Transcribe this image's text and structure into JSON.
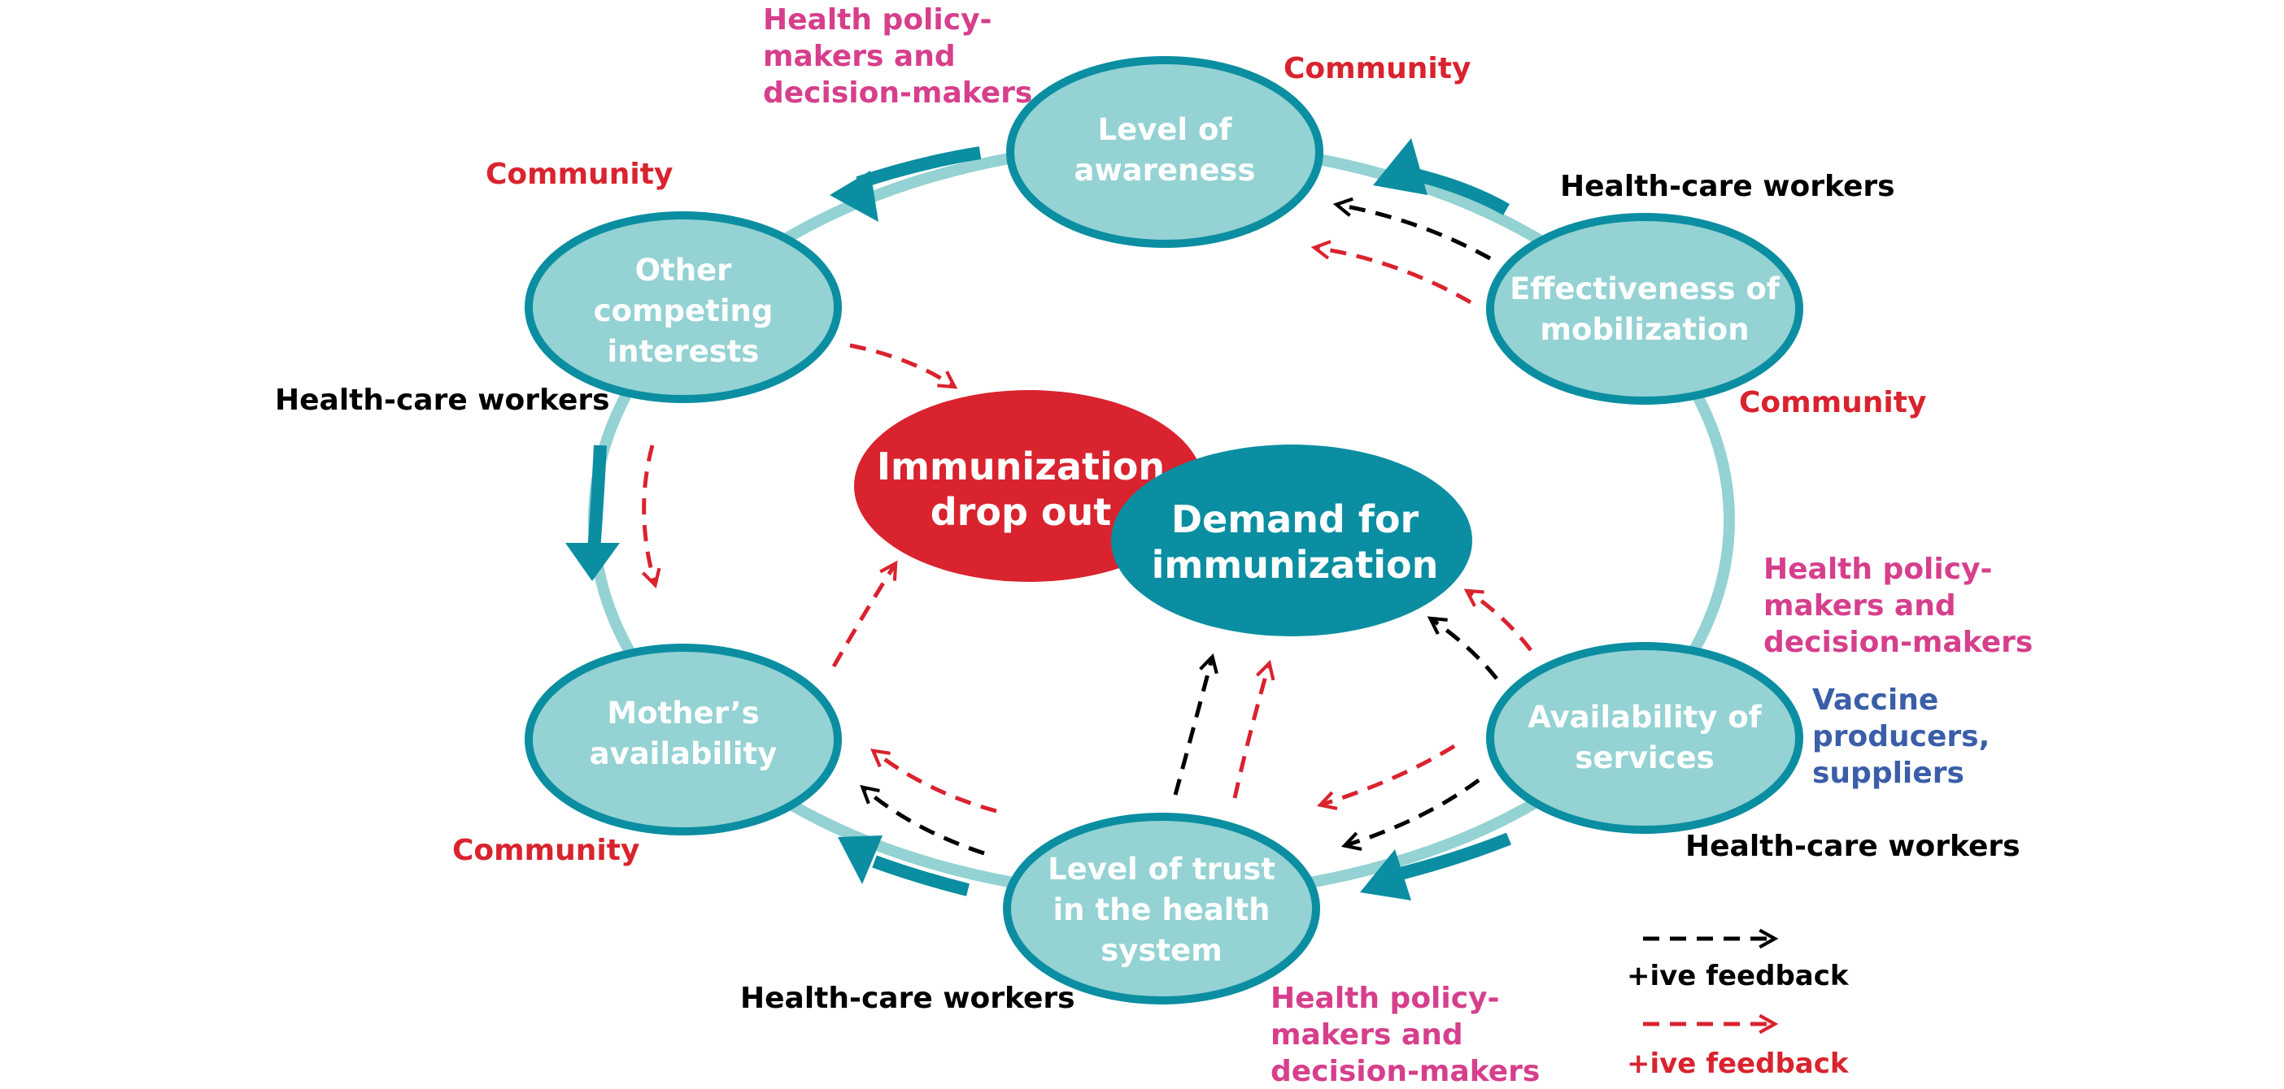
{
  "colors": {
    "ring": "#94d2d3",
    "node_fill": "#94d2d3",
    "node_border": "#0b8ea1",
    "arrow_teal": "#0b8ea1",
    "drop_out_red": "#d9232e",
    "demand_teal": "#0b8ea1",
    "community_red": "#d9232e",
    "policy_pink": "#d63f8c",
    "supplier_blue": "#3a5ea8",
    "workers_black": "#000000"
  },
  "nodes": {
    "awareness": [
      "Level of",
      "awareness"
    ],
    "mobilization": [
      "Effectiveness of",
      "mobilization"
    ],
    "availability_services": [
      "Availability of",
      "services"
    ],
    "trust": [
      "Level of trust",
      "in the health",
      "system"
    ],
    "mothers": [
      "Mother’s",
      "availability"
    ],
    "competing": [
      "Other",
      "competing",
      "interests"
    ]
  },
  "center": {
    "drop_out": [
      "Immunization",
      "drop out"
    ],
    "demand": [
      "Demand for",
      "immunization"
    ]
  },
  "actors": {
    "policy_top": [
      "Health policy-",
      "makers and",
      "decision-makers"
    ],
    "community_top": [
      "Community"
    ],
    "community_left": [
      "Community"
    ],
    "workers_mobilization": [
      "Health-care workers"
    ],
    "workers_left": [
      "Health-care workers"
    ],
    "community_right": [
      "Community"
    ],
    "policy_right": [
      "Health policy-",
      "makers and",
      "decision-makers"
    ],
    "suppliers": [
      "Vaccine",
      "producers,",
      "suppliers"
    ],
    "workers_services": [
      "Health-care workers"
    ],
    "community_bottom_left": [
      "Community"
    ],
    "workers_trust": [
      "Health-care workers"
    ],
    "policy_bottom": [
      "Health policy-",
      "makers and",
      "decision-makers"
    ]
  },
  "legend": {
    "black_label": "+ive feedback",
    "red_label": "+ive feedback"
  }
}
